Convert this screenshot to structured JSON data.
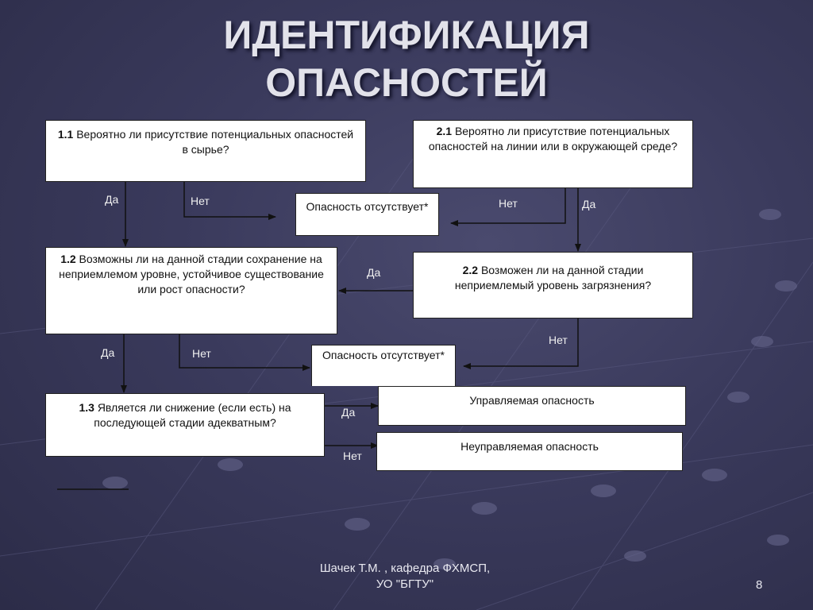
{
  "title": {
    "line1": "ИДЕНТИФИКАЦИЯ",
    "line2": "ОПАСНОСТЕЙ"
  },
  "boxes": {
    "q11": {
      "num": "1.1",
      "text": "Вероятно ли присутствие потенциальных опасностей в сырье?"
    },
    "q12": {
      "num": "1.2",
      "text": "Возможны ли на данной стадии сохранение на неприемлемом уровне, устойчивое существование или рост опасности?"
    },
    "q13": {
      "num": "1.3",
      "text": "Является ли снижение (если есть) на последующей стадии адекватным?"
    },
    "q21": {
      "num": "2.1",
      "text": "Вероятно ли присутствие потенциальных опасностей на линии или в окружающей среде?"
    },
    "q22": {
      "num": "2.2",
      "text": "Возможен ли на данной стадии неприемлемый уровень загрязнения?"
    },
    "absent1": "Опасность отсутствует*",
    "absent2": "Опасность отсутствует*",
    "managed": "Управляемая опасность",
    "unmanaged": "Неуправляемая опасность"
  },
  "labels": {
    "yes": "Да",
    "no": "Нет"
  },
  "footer": {
    "line1": "Шачек Т.М. , кафедра ФХМСП,",
    "line2": "УО \"БГТУ\""
  },
  "page_number": "8"
}
